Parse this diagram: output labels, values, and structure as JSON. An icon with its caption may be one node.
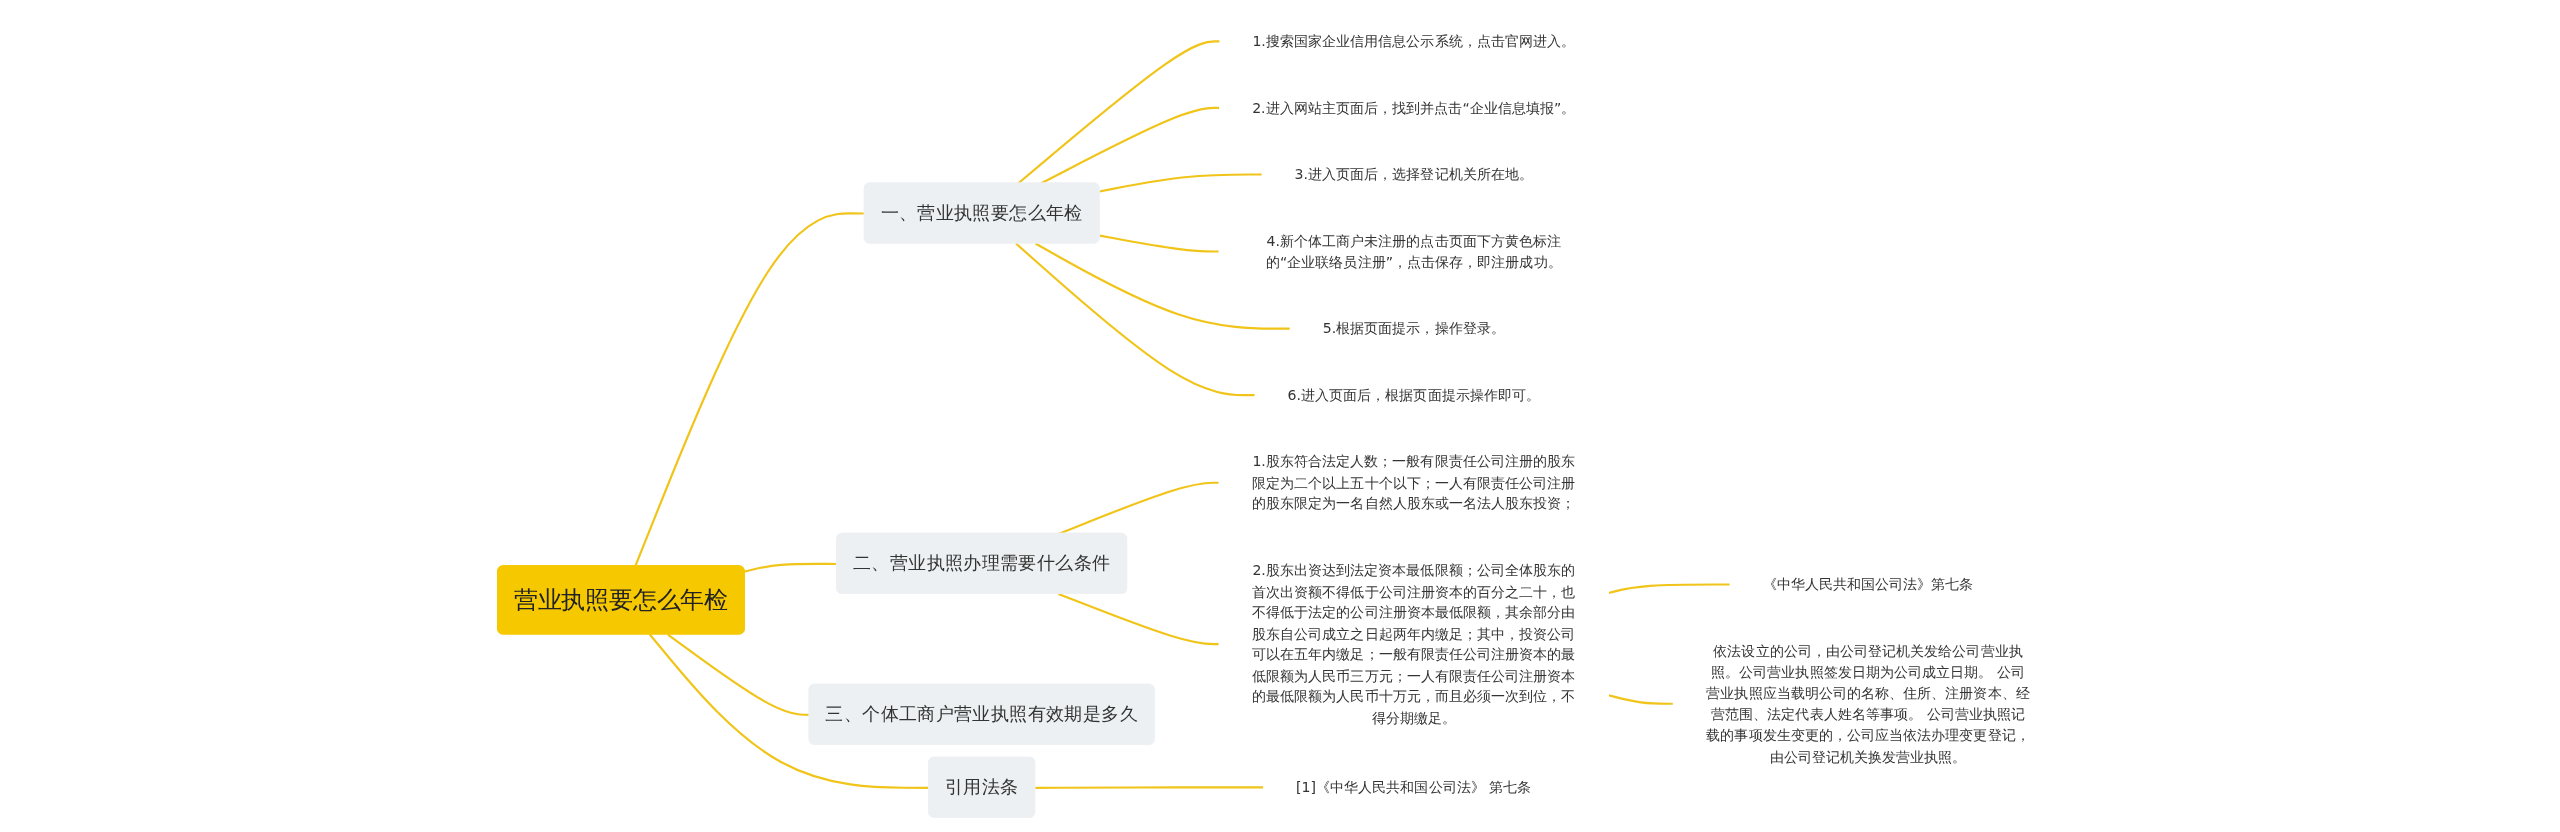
{
  "diagram": {
    "nodes": [
      {
        "text": [
          "营业执照要怎么年检"
        ]
      },
      {
        "text": [
          "一、营业执照要怎么年检"
        ]
      },
      {
        "text": [
          "1.搜索国家企业信用信息公示系统，点击官网进入。"
        ]
      },
      {
        "text": [
          "2.进入网站主页面后，找到并点击“企业信息填报”。"
        ]
      },
      {
        "text": [
          "3.进入页面后，选择登记机关所在地。"
        ]
      },
      {
        "text": [
          "4.新个体工商户未注册的点击页面下方黄色标注的“企业联络员注册”，点击保存，即注册成功。"
        ]
      },
      {
        "text": [
          "5.根据页面提示，操作登录。"
        ]
      },
      {
        "text": [
          "6.进入页面后，根据页面提示操作即可。"
        ]
      },
      {
        "text": [
          "二、营业执照办理需要什么条件"
        ]
      },
      {
        "text": [
          "1.股东符合法定人数；一般有限责任公司注册的股东限定为二个以上五十个以下；一人有限责任公司注册的股东限定为一名自然人股东或一名法人股东投资；"
        ]
      },
      {
        "text": [
          "2.股东出资达到法定资本最低限额；公司全体股东的首次出资额不得低于公司注册资本的百分之二十，也不得低于法定的公司注册资本最低限额，其余部分由股东自公司成立之日起两年内缴足；其中，投资公司可以在五年内缴足；一般有限责任公司注册资本的最低限额为人民币三万元；一人有限责任公司注册资本的最低限额为人民币十万元，而且必须一次到位，不得分期缴足。"
        ]
      },
      {
        "text": [
          "《中华人民共和国公司法》第七条"
        ]
      },
      {
        "text": [
          "依法设立的公司，由公司登记机关发给公司营业执照。公司营业执照签发日期为公司成立日期。 公司营业执照应当载明公司的名称、住所、注册资本、经营范围、法定代表人姓名等事项。 公司营业执照记载的事项发生变更的，公司应当依法办理变更登记，由公司登记机关换发营业执照。"
        ]
      },
      {
        "text": [
          "三、个体工商户营业执照有效期是多久"
        ]
      },
      {
        "text": [
          "引用法条"
        ]
      },
      {
        "text": [
          "[1]《中华人民共和国公司法》 第七条"
        ]
      }
    ],
    "edges": [
      {
        "from": 0,
        "to": 1,
        "arrow": "none"
      },
      {
        "from": 1,
        "to": 2,
        "arrow": "none"
      },
      {
        "from": 1,
        "to": 3,
        "arrow": "none"
      },
      {
        "from": 1,
        "to": 4,
        "arrow": "none"
      },
      {
        "from": 1,
        "to": 5,
        "arrow": "none"
      },
      {
        "from": 1,
        "to": 6,
        "arrow": "none"
      },
      {
        "from": 1,
        "to": 7,
        "arrow": "none"
      },
      {
        "from": 0,
        "to": 8,
        "arrow": "none"
      },
      {
        "from": 8,
        "to": 9,
        "arrow": "none"
      },
      {
        "from": 8,
        "to": 10,
        "arrow": "none"
      },
      {
        "from": 10,
        "to": 11,
        "arrow": "none"
      },
      {
        "from": 10,
        "to": 12,
        "arrow": "none"
      },
      {
        "from": 0,
        "to": 13,
        "arrow": "none"
      },
      {
        "from": 0,
        "to": 14,
        "arrow": "none"
      },
      {
        "from": 14,
        "to": 15,
        "arrow": "none"
      }
    ]
  }
}
